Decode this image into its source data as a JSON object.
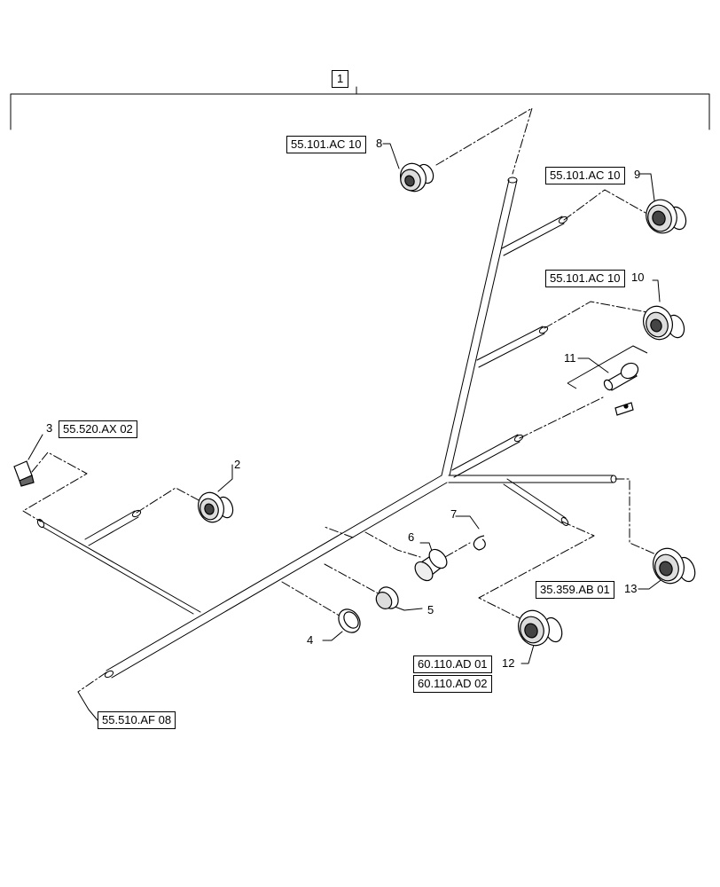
{
  "assembly": {
    "item": "1"
  },
  "callouts": {
    "c2": "2",
    "c3": "3",
    "c4": "4",
    "c5": "5",
    "c6": "6",
    "c7": "7",
    "c8": "8",
    "c9": "9",
    "c10": "10",
    "c11": "11",
    "c12": "12",
    "c13": "13"
  },
  "references": {
    "r8": "55.101.AC 10",
    "r9": "55.101.AC 10",
    "r10": "55.101.AC 10",
    "r3": "55.520.AX 02",
    "r13": "35.359.AB 01",
    "r12a": "60.110.AD 01",
    "r12b": "60.110.AD 02",
    "r_main": "55.510.AF 08"
  },
  "colors": {
    "line": "#000000",
    "background": "#ffffff"
  }
}
